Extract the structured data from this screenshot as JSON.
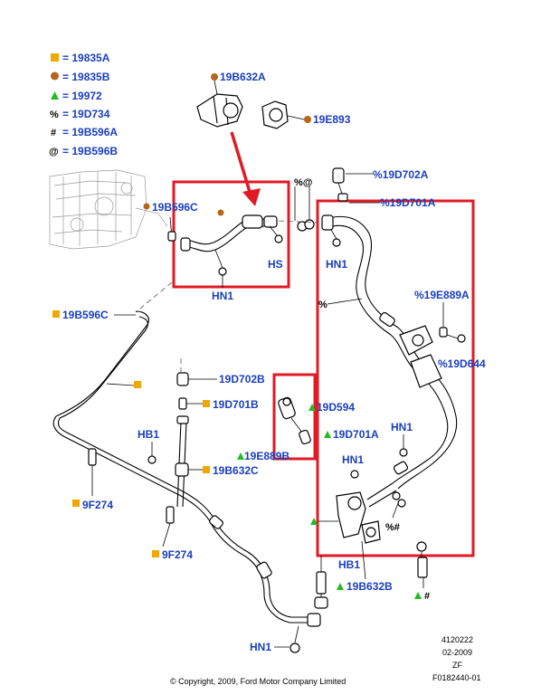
{
  "legend": [
    {
      "marker": "square",
      "color": "#f0a800",
      "text": "= 19835A"
    },
    {
      "marker": "circle",
      "color": "#b8651b",
      "text": "= 19835B"
    },
    {
      "marker": "triangle",
      "color": "#22bb22",
      "text": "= 19972"
    },
    {
      "marker": "glyph",
      "glyph": "%",
      "text": "= 19D734"
    },
    {
      "marker": "glyph",
      "glyph": "#",
      "text": "= 19B596A"
    },
    {
      "marker": "glyph",
      "glyph": "@",
      "text": "= 19B596B"
    }
  ],
  "colors": {
    "square": "#f0a800",
    "circle": "#b8651b",
    "triangle": "#22bb22",
    "label": "#1a3fbf",
    "highlight": "#e01b24"
  },
  "labels": {
    "19B632A": "19B632A",
    "19E893": "19E893",
    "19B596C_top": "19B596C",
    "HS": "HS",
    "HN1_box": "HN1",
    "pct_at": "%@",
    "19D702A": "%19D702A",
    "19D701A_top": "%19D701A",
    "HN1_right": "HN1",
    "pct_mid": "%",
    "19E889A": "%19E889A",
    "19D644": "%19D644",
    "19B596C_left": "19B596C",
    "19D702B": "19D702B",
    "19D701B": "19D701B",
    "19D594": "19D594",
    "19D701A_mid": "19D701A",
    "19E889B": "19E889B",
    "HN1_a": "HN1",
    "HN1_b": "HN1",
    "HB1_left": "HB1",
    "19B632C": "19B632C",
    "9F274_a": "9F274",
    "9F274_b": "9F274",
    "HB1_right": "HB1",
    "19B632B": "19B632B",
    "pct_hash": "%#",
    "hash_bottom": "#",
    "HN1_bottom": "HN1"
  },
  "footer": {
    "ref_number": "4120222",
    "date": "02-2009",
    "code": "ZF",
    "figure_id": "F0182440-01",
    "copyright": "© Copyright, 2009, Ford Motor Company Limited"
  }
}
